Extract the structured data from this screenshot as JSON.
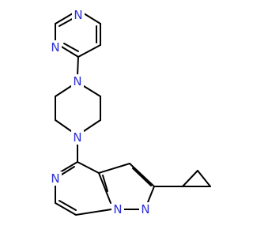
{
  "molecule": {
    "atom_color": "#2a2fd6",
    "bond_color": "#000000",
    "labels": {
      "n_pyr_top": "N",
      "n_pyr_left": "N",
      "n_pip_top": "N",
      "n_pip_bottom": "N",
      "n_core_left": "N",
      "n_core_bridge": "N",
      "n_pyrazole": "N"
    }
  }
}
